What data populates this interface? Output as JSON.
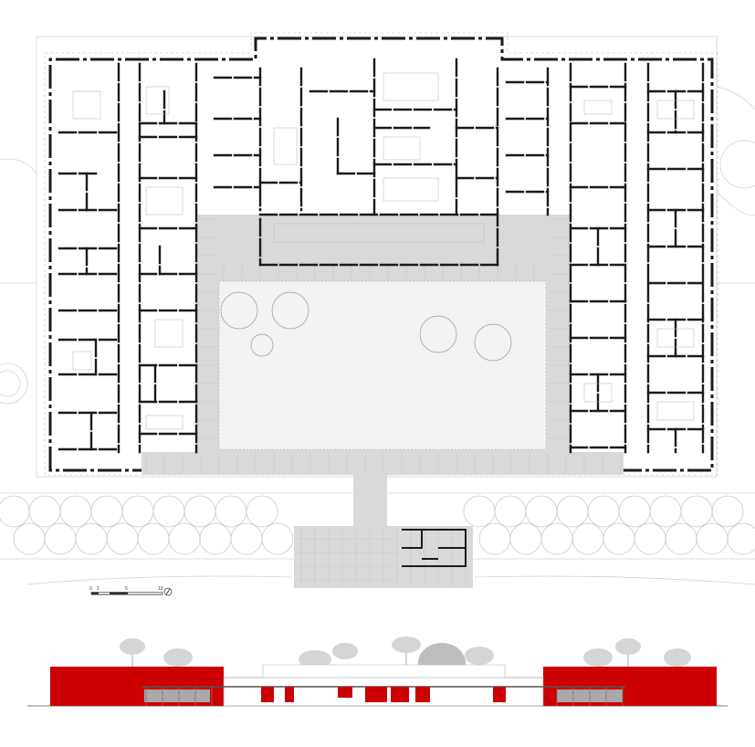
{
  "drawing": {
    "views": [
      "floor-plan",
      "front-elevation"
    ],
    "colors": {
      "background": "#ffffff",
      "wall": "#1a1a1a",
      "site_line": "#cfcfcf",
      "courtyard": "#f2f2f2",
      "walkway": "#d9d9d9",
      "facade_red": "#cc0000",
      "glazing": "#a9a9a9",
      "tree": "#c4c4c4"
    }
  },
  "scale_bar": {
    "ticks": [
      "0",
      "1",
      "5",
      "10"
    ]
  },
  "north_arrow": {
    "icon": "north-arrow-icon"
  }
}
